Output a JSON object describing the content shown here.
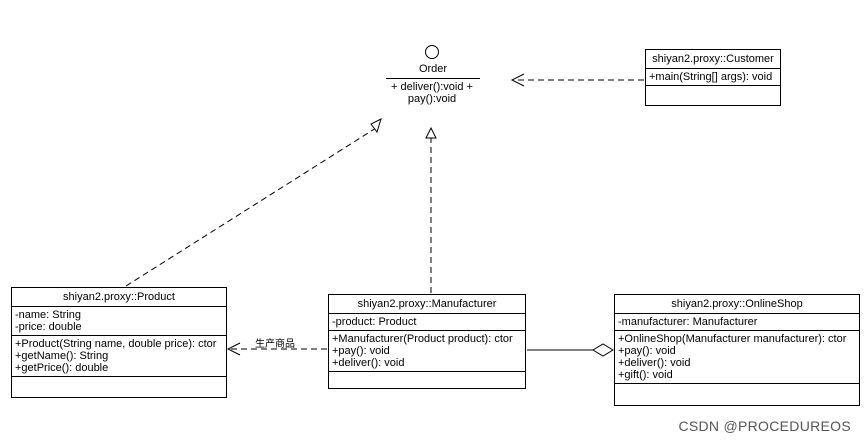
{
  "interface_order": {
    "name": "Order",
    "operations": [
      "+ deliver():void",
      "+ pay():void"
    ]
  },
  "classes": {
    "customer": {
      "name": "shiyan2.proxy::Customer",
      "attributes": [],
      "operations": [
        "+main(String[] args): void"
      ]
    },
    "product": {
      "name": "shiyan2.proxy::Product",
      "attributes": [
        "-name: String",
        "-price: double"
      ],
      "operations": [
        "+Product(String name, double price): ctor",
        "+getName(): String",
        "+getPrice(): double"
      ]
    },
    "manufacturer": {
      "name": "shiyan2.proxy::Manufacturer",
      "attributes": [
        "-product: Product"
      ],
      "operations": [
        "+Manufacturer(Product product): ctor",
        "+pay(): void",
        "+deliver(): void"
      ]
    },
    "onlineshop": {
      "name": "shiyan2.proxy::OnlineShop",
      "attributes": [
        "-manufacturer: Manufacturer"
      ],
      "operations": [
        "+OnlineShop(Manufacturer manufacturer): ctor",
        "+pay(): void",
        "+deliver(): void",
        "+gift(): void"
      ]
    }
  },
  "relations": {
    "manufacturer_to_product_label": "生产商品"
  },
  "watermark": "CSDN @PROCEDUREOS"
}
